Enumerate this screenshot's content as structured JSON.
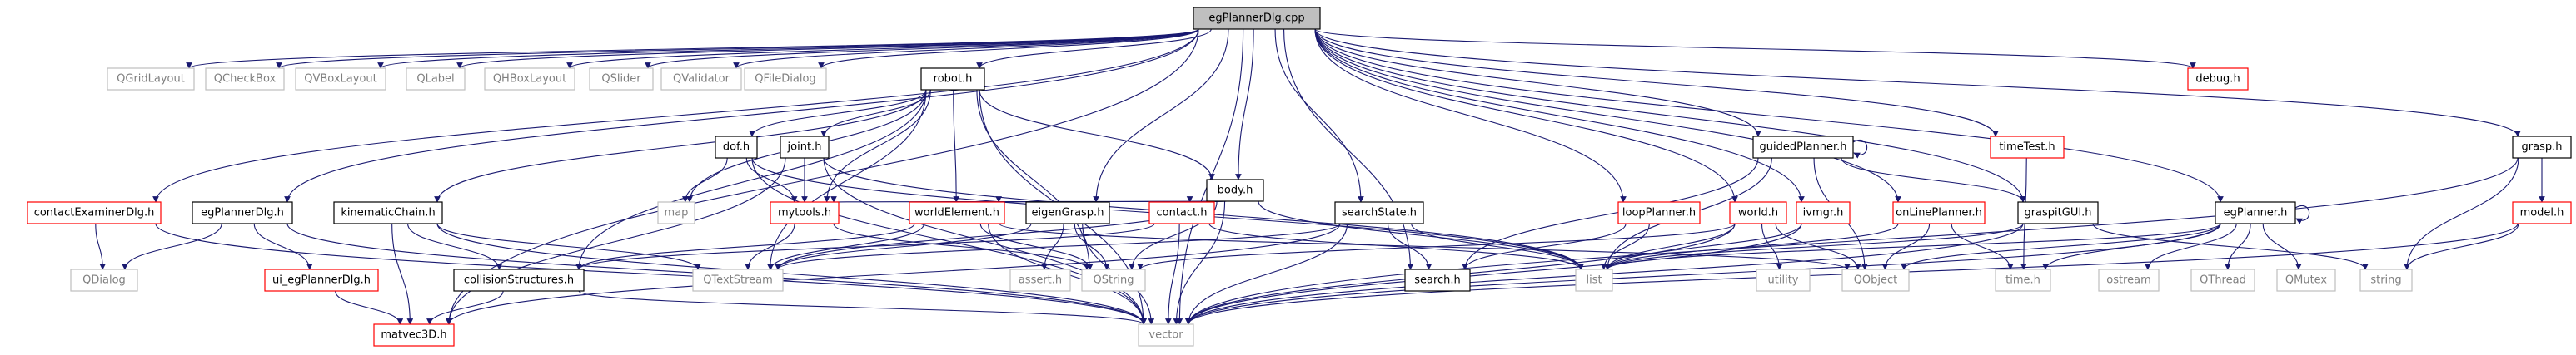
{
  "diagram": {
    "colors": {
      "background": "#ffffff",
      "edge": "#191970",
      "edge_arrow": "#191970",
      "node_border_black": "#000000",
      "node_border_gray": "#bfbfbf",
      "node_border_red": "#ff0000",
      "root_fill": "#bfbfbf",
      "text_dark": "#000000",
      "text_gray": "#7f7f7f"
    },
    "nodes": [
      {
        "id": "egPlannerDlg_cpp",
        "label": "egPlannerDlg.cpp",
        "style": "root"
      },
      {
        "id": "QGridLayout",
        "label": "QGridLayout",
        "style": "gray"
      },
      {
        "id": "QCheckBox",
        "label": "QCheckBox",
        "style": "gray"
      },
      {
        "id": "QVBoxLayout",
        "label": "QVBoxLayout",
        "style": "gray"
      },
      {
        "id": "QLabel",
        "label": "QLabel",
        "style": "gray"
      },
      {
        "id": "QHBoxLayout",
        "label": "QHBoxLayout",
        "style": "gray"
      },
      {
        "id": "QSlider",
        "label": "QSlider",
        "style": "gray"
      },
      {
        "id": "QValidator",
        "label": "QValidator",
        "style": "gray"
      },
      {
        "id": "QFileDialog",
        "label": "QFileDialog",
        "style": "gray"
      },
      {
        "id": "robot_h",
        "label": "robot.h",
        "style": "black"
      },
      {
        "id": "debug_h",
        "label": "debug.h",
        "style": "red"
      },
      {
        "id": "contactExaminerDlg_h",
        "label": "contactExaminerDlg.h",
        "style": "red"
      },
      {
        "id": "egPlannerDlg_h",
        "label": "egPlannerDlg.h",
        "style": "black"
      },
      {
        "id": "kinematicChain_h",
        "label": "kinematicChain.h",
        "style": "black"
      },
      {
        "id": "dof_h",
        "label": "dof.h",
        "style": "black"
      },
      {
        "id": "joint_h",
        "label": "joint.h",
        "style": "black"
      },
      {
        "id": "body_h",
        "label": "body.h",
        "style": "black"
      },
      {
        "id": "guidedPlanner_h",
        "label": "guidedPlanner.h",
        "style": "black"
      },
      {
        "id": "timeTest_h",
        "label": "timeTest.h",
        "style": "red"
      },
      {
        "id": "grasp_h",
        "label": "grasp.h",
        "style": "black"
      },
      {
        "id": "QDialog",
        "label": "QDialog",
        "style": "gray"
      },
      {
        "id": "ui_egPlannerDlg_h",
        "label": "ui_egPlannerDlg.h",
        "style": "red"
      },
      {
        "id": "collisionStructures_h",
        "label": "collisionStructures.h",
        "style": "black"
      },
      {
        "id": "matvec3D_h",
        "label": "matvec3D.h",
        "style": "red"
      },
      {
        "id": "map",
        "label": "map",
        "style": "gray"
      },
      {
        "id": "mytools_h",
        "label": "mytools.h",
        "style": "red"
      },
      {
        "id": "worldElement_h",
        "label": "worldElement.h",
        "style": "red"
      },
      {
        "id": "eigenGrasp_h",
        "label": "eigenGrasp.h",
        "style": "black"
      },
      {
        "id": "contact_h",
        "label": "contact.h",
        "style": "red"
      },
      {
        "id": "searchState_h",
        "label": "searchState.h",
        "style": "black"
      },
      {
        "id": "loopPlanner_h",
        "label": "loopPlanner.h",
        "style": "red"
      },
      {
        "id": "world_h",
        "label": "world.h",
        "style": "red"
      },
      {
        "id": "ivmgr_h",
        "label": "ivmgr.h",
        "style": "red"
      },
      {
        "id": "onLinePlanner_h",
        "label": "onLinePlanner.h",
        "style": "red"
      },
      {
        "id": "graspitGUI_h",
        "label": "graspitGUI.h",
        "style": "black"
      },
      {
        "id": "egPlanner_h",
        "label": "egPlanner.h",
        "style": "black"
      },
      {
        "id": "model_h",
        "label": "model.h",
        "style": "red"
      },
      {
        "id": "QTextStream",
        "label": "QTextStream",
        "style": "gray"
      },
      {
        "id": "QString",
        "label": "QString",
        "style": "gray"
      },
      {
        "id": "assert_h",
        "label": "assert.h",
        "style": "gray"
      },
      {
        "id": "search_h",
        "label": "search.h",
        "style": "black"
      },
      {
        "id": "list",
        "label": "list",
        "style": "gray"
      },
      {
        "id": "utility",
        "label": "utility",
        "style": "gray"
      },
      {
        "id": "QObject",
        "label": "QObject",
        "style": "gray"
      },
      {
        "id": "time_h",
        "label": "time.h",
        "style": "gray"
      },
      {
        "id": "ostream",
        "label": "ostream",
        "style": "gray"
      },
      {
        "id": "QThread",
        "label": "QThread",
        "style": "gray"
      },
      {
        "id": "QMutex",
        "label": "QMutex",
        "style": "gray"
      },
      {
        "id": "string",
        "label": "string",
        "style": "gray"
      },
      {
        "id": "vector",
        "label": "vector",
        "style": "gray"
      }
    ],
    "edges": [
      [
        "egPlannerDlg_cpp",
        "QGridLayout"
      ],
      [
        "egPlannerDlg_cpp",
        "QCheckBox"
      ],
      [
        "egPlannerDlg_cpp",
        "QVBoxLayout"
      ],
      [
        "egPlannerDlg_cpp",
        "QLabel"
      ],
      [
        "egPlannerDlg_cpp",
        "QHBoxLayout"
      ],
      [
        "egPlannerDlg_cpp",
        "QSlider"
      ],
      [
        "egPlannerDlg_cpp",
        "QValidator"
      ],
      [
        "egPlannerDlg_cpp",
        "QFileDialog"
      ],
      [
        "egPlannerDlg_cpp",
        "robot_h"
      ],
      [
        "egPlannerDlg_cpp",
        "debug_h"
      ],
      [
        "egPlannerDlg_cpp",
        "contactExaminerDlg_h"
      ],
      [
        "egPlannerDlg_cpp",
        "egPlannerDlg_h"
      ],
      [
        "egPlannerDlg_cpp",
        "body_h"
      ],
      [
        "egPlannerDlg_cpp",
        "guidedPlanner_h"
      ],
      [
        "egPlannerDlg_cpp",
        "timeTest_h"
      ],
      [
        "egPlannerDlg_cpp",
        "grasp_h"
      ],
      [
        "egPlannerDlg_cpp",
        "eigenGrasp_h"
      ],
      [
        "egPlannerDlg_cpp",
        "searchState_h"
      ],
      [
        "egPlannerDlg_cpp",
        "loopPlanner_h"
      ],
      [
        "egPlannerDlg_cpp",
        "world_h"
      ],
      [
        "egPlannerDlg_cpp",
        "ivmgr_h"
      ],
      [
        "egPlannerDlg_cpp",
        "onLinePlanner_h"
      ],
      [
        "egPlannerDlg_cpp",
        "graspitGUI_h"
      ],
      [
        "egPlannerDlg_cpp",
        "egPlanner_h"
      ],
      [
        "egPlannerDlg_cpp",
        "search_h"
      ],
      [
        "egPlannerDlg_cpp",
        "matvec3D_h"
      ],
      [
        "egPlannerDlg_cpp",
        "vector"
      ],
      [
        "robot_h",
        "kinematicChain_h"
      ],
      [
        "robot_h",
        "dof_h"
      ],
      [
        "robot_h",
        "joint_h"
      ],
      [
        "robot_h",
        "body_h"
      ],
      [
        "robot_h",
        "map"
      ],
      [
        "robot_h",
        "mytools_h"
      ],
      [
        "robot_h",
        "worldElement_h"
      ],
      [
        "robot_h",
        "QString"
      ],
      [
        "robot_h",
        "collisionStructures_h"
      ],
      [
        "robot_h",
        "QTextStream"
      ],
      [
        "robot_h",
        "vector"
      ],
      [
        "contactExaminerDlg_h",
        "QDialog"
      ],
      [
        "contactExaminerDlg_h",
        "vector"
      ],
      [
        "egPlannerDlg_h",
        "QDialog"
      ],
      [
        "egPlannerDlg_h",
        "ui_egPlannerDlg_h"
      ],
      [
        "egPlannerDlg_h",
        "vector"
      ],
      [
        "ui_egPlannerDlg_h",
        "matvec3D_h"
      ],
      [
        "kinematicChain_h",
        "collisionStructures_h"
      ],
      [
        "kinematicChain_h",
        "matvec3D_h"
      ],
      [
        "kinematicChain_h",
        "QTextStream"
      ],
      [
        "kinematicChain_h",
        "vector"
      ],
      [
        "dof_h",
        "map"
      ],
      [
        "dof_h",
        "mytools_h"
      ],
      [
        "dof_h",
        "vector"
      ],
      [
        "dof_h",
        "list"
      ],
      [
        "joint_h",
        "mytools_h"
      ],
      [
        "joint_h",
        "matvec3D_h"
      ],
      [
        "joint_h",
        "vector"
      ],
      [
        "joint_h",
        "list"
      ],
      [
        "body_h",
        "mytools_h"
      ],
      [
        "body_h",
        "worldElement_h"
      ],
      [
        "body_h",
        "contact_h"
      ],
      [
        "body_h",
        "QString"
      ],
      [
        "body_h",
        "QTextStream"
      ],
      [
        "body_h",
        "list"
      ],
      [
        "body_h",
        "vector"
      ],
      [
        "mytools_h",
        "QString"
      ],
      [
        "mytools_h",
        "QTextStream"
      ],
      [
        "worldElement_h",
        "QString"
      ],
      [
        "worldElement_h",
        "QTextStream"
      ],
      [
        "worldElement_h",
        "QObject"
      ],
      [
        "worldElement_h",
        "collisionStructures_h"
      ],
      [
        "worldElement_h",
        "vector"
      ],
      [
        "eigenGrasp_h",
        "QString"
      ],
      [
        "eigenGrasp_h",
        "QTextStream"
      ],
      [
        "eigenGrasp_h",
        "assert_h"
      ],
      [
        "eigenGrasp_h",
        "vector"
      ],
      [
        "contact_h",
        "collisionStructures_h"
      ],
      [
        "contact_h",
        "list"
      ],
      [
        "contact_h",
        "vector"
      ],
      [
        "searchState_h",
        "QTextStream"
      ],
      [
        "searchState_h",
        "search_h"
      ],
      [
        "searchState_h",
        "list"
      ],
      [
        "searchState_h",
        "matvec3D_h"
      ],
      [
        "searchState_h",
        "vector"
      ],
      [
        "collisionStructures_h",
        "matvec3D_h"
      ],
      [
        "collisionStructures_h",
        "vector"
      ],
      [
        "guidedPlanner_h",
        "guidedPlanner_h"
      ],
      [
        "guidedPlanner_h",
        "search_h"
      ],
      [
        "guidedPlanner_h",
        "list"
      ],
      [
        "guidedPlanner_h",
        "graspitGUI_h"
      ],
      [
        "guidedPlanner_h",
        "QObject"
      ],
      [
        "loopPlanner_h",
        "search_h"
      ],
      [
        "loopPlanner_h",
        "list"
      ],
      [
        "world_h",
        "QString"
      ],
      [
        "world_h",
        "list"
      ],
      [
        "world_h",
        "utility"
      ],
      [
        "world_h",
        "QObject"
      ],
      [
        "world_h",
        "vector"
      ],
      [
        "ivmgr_h",
        "list"
      ],
      [
        "ivmgr_h",
        "vector"
      ],
      [
        "onLinePlanner_h",
        "list"
      ],
      [
        "onLinePlanner_h",
        "QObject"
      ],
      [
        "onLinePlanner_h",
        "time_h"
      ],
      [
        "graspitGUI_h",
        "list"
      ],
      [
        "graspitGUI_h",
        "vector"
      ],
      [
        "graspitGUI_h",
        "string"
      ],
      [
        "timeTest_h",
        "time_h"
      ],
      [
        "egPlanner_h",
        "egPlanner_h"
      ],
      [
        "egPlanner_h",
        "list"
      ],
      [
        "egPlanner_h",
        "QObject"
      ],
      [
        "egPlanner_h",
        "time_h"
      ],
      [
        "egPlanner_h",
        "ostream"
      ],
      [
        "egPlanner_h",
        "QThread"
      ],
      [
        "egPlanner_h",
        "QMutex"
      ],
      [
        "egPlanner_h",
        "vector"
      ],
      [
        "grasp_h",
        "model_h"
      ],
      [
        "grasp_h",
        "string"
      ],
      [
        "grasp_h",
        "vector"
      ],
      [
        "model_h",
        "string"
      ],
      [
        "model_h",
        "vector"
      ]
    ]
  }
}
